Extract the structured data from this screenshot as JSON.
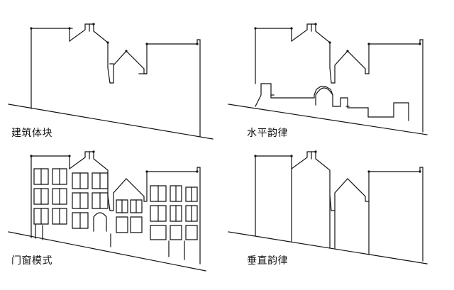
{
  "figure": {
    "stroke_color": "#111111",
    "background": "#ffffff",
    "panels": [
      {
        "id": "massing",
        "caption": "建筑体块"
      },
      {
        "id": "horizontal-rhythm",
        "caption": "水平韵律"
      },
      {
        "id": "window-door-pattern",
        "caption": "门窗模式"
      },
      {
        "id": "vertical-rhythm",
        "caption": "垂直韵律"
      }
    ]
  }
}
